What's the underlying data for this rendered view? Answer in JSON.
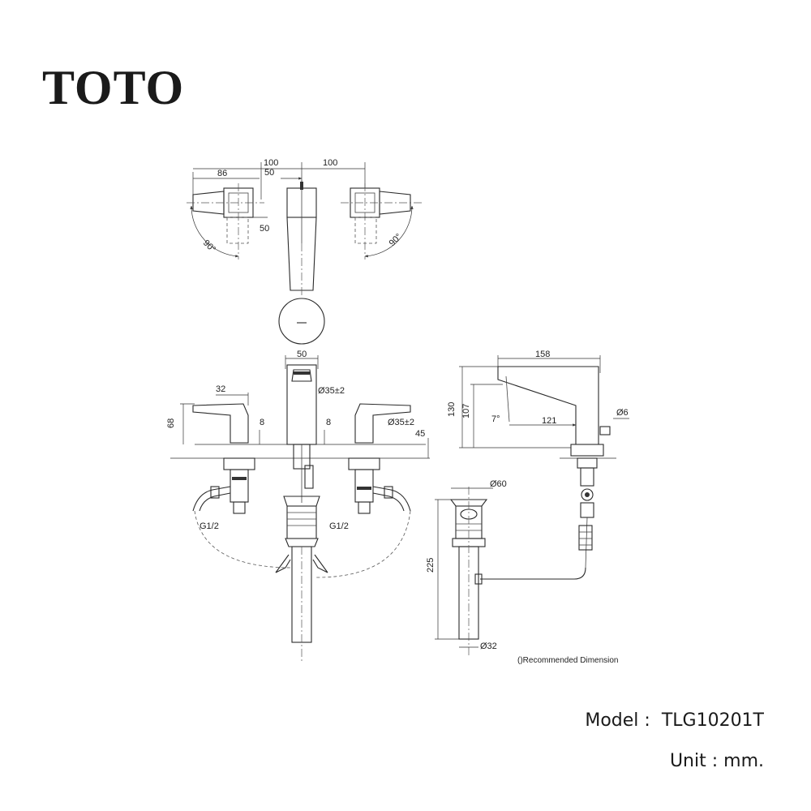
{
  "brand": {
    "logo_text": "TOTO"
  },
  "dimensions": {
    "top_view": {
      "d86": "86",
      "d100_left": "100",
      "d100_right": "100",
      "d50_top": "50",
      "d50_side": "50",
      "angle_left": "90°",
      "angle_right": "90°"
    },
    "front_view": {
      "d50": "50",
      "d32": "32",
      "d68": "68",
      "d8_left": "8",
      "d8_right": "8",
      "spout_hole": "Ø35±2",
      "handle_hole": "Ø35±2",
      "d45": "45",
      "conn_left": "G1/2",
      "conn_right": "G1/2"
    },
    "side_view": {
      "d158": "158",
      "d130": "130",
      "d107": "107",
      "angle": "7°",
      "d121": "121",
      "rod": "Ø6",
      "drain_top": "Ø60",
      "drain_len": "225",
      "drain_bottom": "Ø32"
    }
  },
  "notes": {
    "recommended": "()Recommended Dimension"
  },
  "meta": {
    "model_label": "Model :",
    "model_value": "TLG10201T",
    "unit_label": "Unit : mm."
  },
  "colors": {
    "line": "#2a2a2a",
    "text": "#1a1a1a",
    "background": "#ffffff"
  }
}
